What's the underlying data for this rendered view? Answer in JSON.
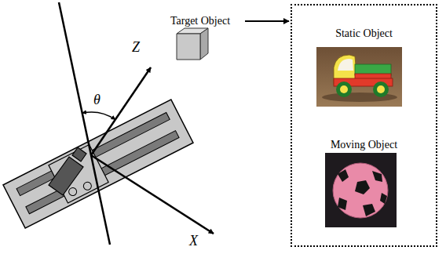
{
  "diagram": {
    "nodes": [
      {
        "text": [
          "Target Object"
        ]
      },
      {
        "text": [
          "Static Object",
          "Moving Object"
        ]
      }
    ],
    "edges": [
      {
        "from": 0,
        "to": 1,
        "arrow": "to"
      }
    ],
    "labels": [
      "Z",
      "θ",
      "X"
    ]
  }
}
